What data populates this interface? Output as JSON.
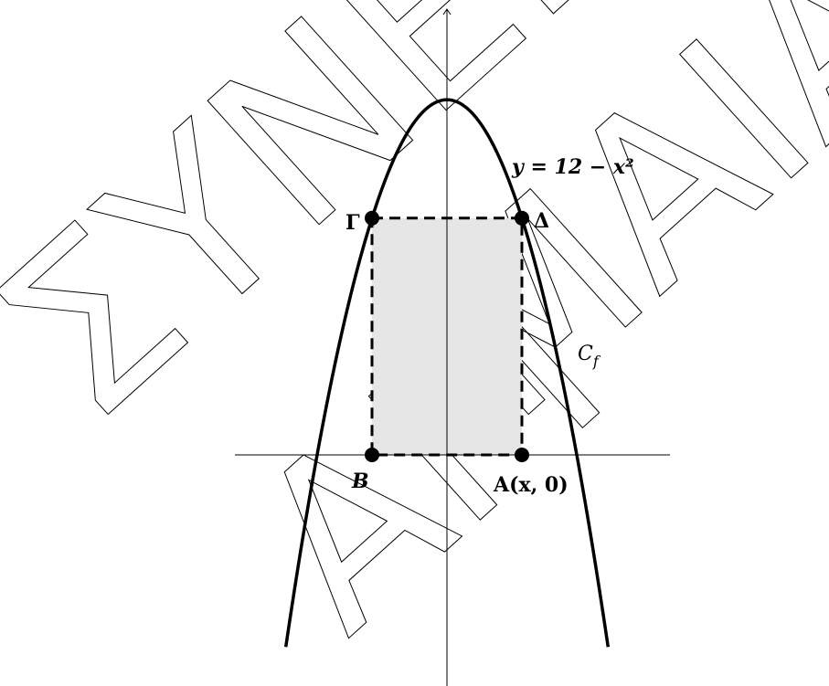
{
  "diagram": {
    "curve_equation": "y = 12 − x²",
    "curve_name": "C",
    "curve_name_sub": "f",
    "point_gamma": "Γ",
    "point_delta": "Δ",
    "point_b": "B",
    "point_a": "A(x, 0)",
    "function_coefficients": {
      "constant": 12,
      "x2": -1
    },
    "rectangle_half_width": 2
  },
  "watermark": {
    "line1": "ΣΥΝΕΙΡ",
    "line2": "ΜΑΙΑ",
    "line3": "ΑΡΙ"
  },
  "colors": {
    "curve": "#000000",
    "fill": "#e6e6e6",
    "axes": "#000000"
  }
}
